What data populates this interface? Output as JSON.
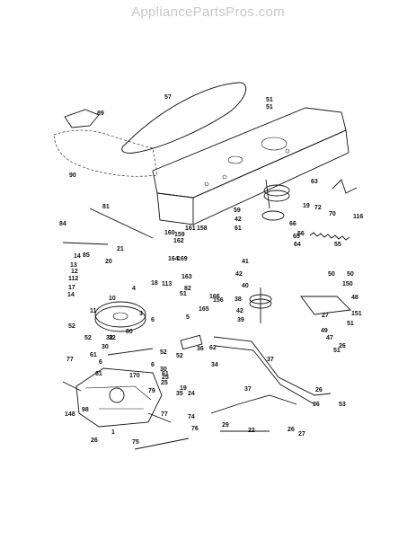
{
  "watermark": "AppliancePartsPros.com",
  "callouts": [
    "89",
    "57",
    "51",
    "51",
    "90",
    "63",
    "19",
    "72",
    "70",
    "116",
    "59",
    "42",
    "61",
    "66",
    "56",
    "55",
    "81",
    "160",
    "161",
    "158",
    "84",
    "21",
    "159",
    "162",
    "164",
    "169",
    "14",
    "13",
    "12",
    "85",
    "20",
    "18",
    "113",
    "51",
    "163",
    "82",
    "166",
    "165",
    "156",
    "17",
    "14",
    "112",
    "4",
    "10",
    "3",
    "11",
    "80",
    "6",
    "5",
    "41",
    "42",
    "40",
    "38",
    "42",
    "39",
    "64",
    "65",
    "50",
    "50",
    "150",
    "48",
    "27",
    "49",
    "47",
    "151",
    "51",
    "26",
    "51",
    "52",
    "52",
    "32",
    "30",
    "32",
    "61",
    "6",
    "62",
    "36",
    "34",
    "37",
    "77",
    "52",
    "6",
    "30",
    "52",
    "61",
    "170",
    "61",
    "1",
    "37",
    "25",
    "19",
    "24",
    "35",
    "26",
    "148",
    "98",
    "26",
    "79",
    "77",
    "74",
    "76",
    "75",
    "29",
    "22",
    "36",
    "25",
    "53",
    "26",
    "27"
  ]
}
